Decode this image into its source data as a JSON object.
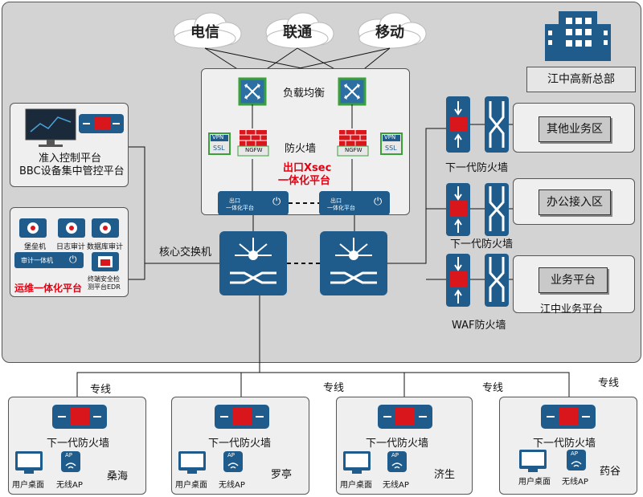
{
  "carriers": [
    "电信",
    "联通",
    "移动"
  ],
  "hq": {
    "name": "江中高新总部",
    "load_balance_label": "负载均衡",
    "firewall_label": "防火墙",
    "vpn_label": "VPN",
    "ssl_label": "SSL",
    "ngfw_label": "NGFW",
    "xsec_line1": "出口Xsec",
    "xsec_line2": "一体化平台",
    "xsec_bar_line1": "出口",
    "xsec_bar_line2": "一体化平台",
    "core_switch_label": "核心交换机"
  },
  "access_control": {
    "line1": "准入控制平台",
    "line2": "BBC设备集中管控平台"
  },
  "ops_platform": {
    "title": "运维一体化平台",
    "items": [
      "堡垒机",
      "日志审计",
      "数据库审计"
    ],
    "bar_label": "审计一体机",
    "edr_line1": "终端安全检",
    "edr_line2": "测平台EDR"
  },
  "zones": [
    {
      "name": "其他业务区",
      "fw_label": "下一代防火墙"
    },
    {
      "name": "办公接入区",
      "fw_label": "下一代防火墙"
    },
    {
      "name": "业务平台",
      "fw_label": "WAF防火墙",
      "sub_label": "江中业务平台"
    }
  ],
  "branch_link_label": "专线",
  "branches": [
    {
      "name": "桑海",
      "fw_label": "下一代防火墙",
      "desktop_label": "用户桌面",
      "ap_label": "无线AP"
    },
    {
      "name": "罗亭",
      "fw_label": "下一代防火墙",
      "desktop_label": "用户桌面",
      "ap_label": "无线AP"
    },
    {
      "name": "济生",
      "fw_label": "下一代防火墙",
      "desktop_label": "用户桌面",
      "ap_label": "无线AP"
    },
    {
      "name": "药谷",
      "fw_label": "下一代防火墙",
      "desktop_label": "用户桌面",
      "ap_label": "无线AP"
    }
  ],
  "ap_badge": "AP",
  "colors": {
    "device_blue": "#1f5c8c",
    "firewall_red": "#d9161c",
    "accent_red": "#e60012",
    "green_frame": "#3aa13a"
  }
}
